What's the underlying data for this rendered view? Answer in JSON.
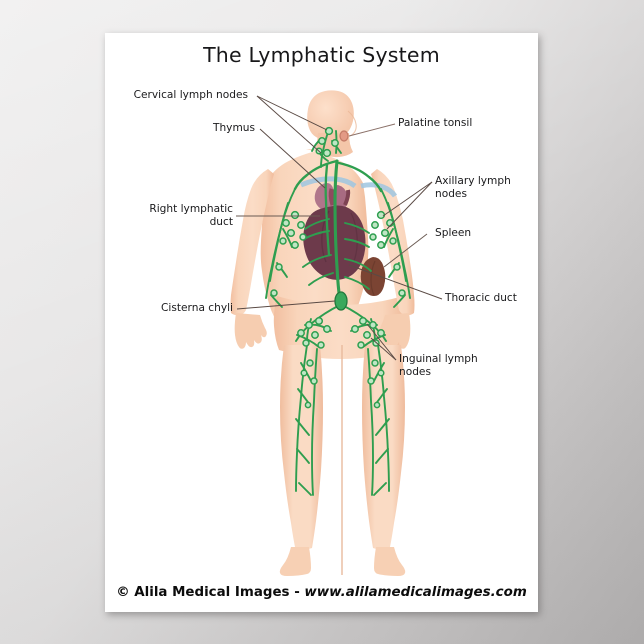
{
  "poster": {
    "title": "The Lymphatic System",
    "credit": {
      "copyright": "© Alila Medical Images",
      "separator": "  -  ",
      "url": "www.alilamedicalimages.com"
    },
    "background_color": "#e9e8e8",
    "paper_color": "#ffffff"
  },
  "figure": {
    "subject": "anatomical-female-figure-anterior-view",
    "skin_color": "#f7cfb4",
    "skin_shadow": "#eec0a2",
    "vessel_color": "#2e9e4f",
    "node_fill": "#bfe6c4",
    "heart_color": "#6d3a4b",
    "spleen_color": "#7b4433",
    "thymus_color": "#b87f92",
    "tonsil_color": "#e39a85",
    "vein_color": "#9ec6e0"
  },
  "labels": [
    {
      "id": "cervical-lymph-nodes",
      "text": "Cervical lymph nodes",
      "side": "left",
      "lines": 1
    },
    {
      "id": "thymus",
      "text": "Thymus",
      "side": "left",
      "lines": 1
    },
    {
      "id": "right-lymphatic-duct",
      "text": "Right lymphatic\nduct",
      "side": "left",
      "lines": 2
    },
    {
      "id": "cisterna-chyli",
      "text": "Cisterna chyli",
      "side": "left",
      "lines": 1
    },
    {
      "id": "palatine-tonsil",
      "text": "Palatine tonsil",
      "side": "right",
      "lines": 1
    },
    {
      "id": "axillary-lymph-nodes",
      "text": "Axillary lymph\nnodes",
      "side": "right",
      "lines": 2
    },
    {
      "id": "spleen",
      "text": "Spleen",
      "side": "right",
      "lines": 1
    },
    {
      "id": "thoracic-duct",
      "text": "Thoracic duct",
      "side": "right",
      "lines": 1
    },
    {
      "id": "inguinal-lymph-nodes",
      "text": "Inguinal lymph\nnodes",
      "side": "right",
      "lines": 2
    }
  ]
}
